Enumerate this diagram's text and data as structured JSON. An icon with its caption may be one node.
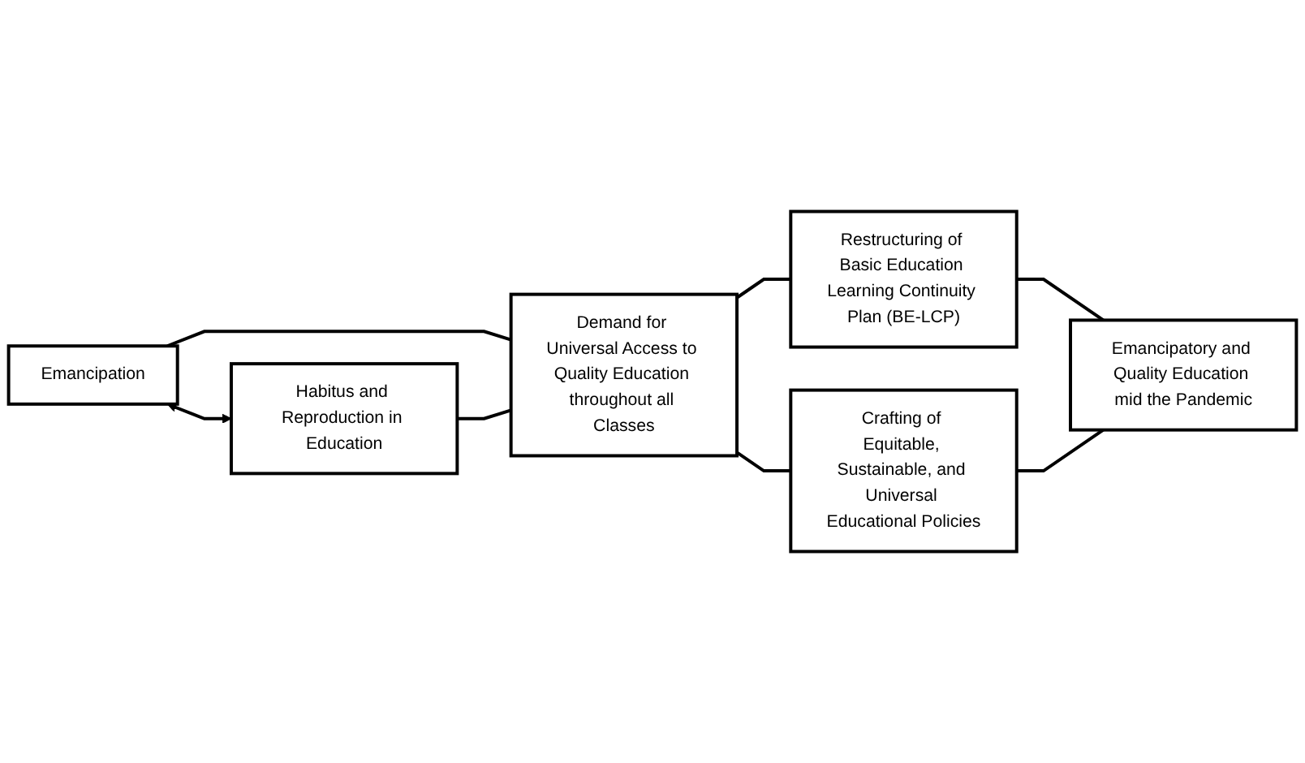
{
  "diagram": {
    "nodes": [
      {
        "text": [
          "Emancipation"
        ]
      },
      {
        "text": [
          "Habitus and Reproduction in Education"
        ]
      },
      {
        "text": [
          "Demand for Universal Access to Quality Education throughout all Classes"
        ]
      },
      {
        "text": [
          "Restructuring of Basic Education Learning Continuity Plan (BE-LCP)"
        ]
      },
      {
        "text": [
          "Crafting of Equitable, Sustainable, and Universal Educational Policies"
        ]
      },
      {
        "text": [
          "Emancipatory and Quality Education mid the Pandemic"
        ]
      }
    ],
    "edges": [
      {
        "from": 0,
        "to": 1,
        "arrow": "both"
      },
      {
        "from": 0,
        "to": 2,
        "arrow": "none"
      },
      {
        "from": 1,
        "to": 2,
        "arrow": "none"
      },
      {
        "from": 2,
        "to": 3,
        "arrow": "none"
      },
      {
        "from": 2,
        "to": 4,
        "arrow": "none"
      },
      {
        "from": 3,
        "to": 5,
        "arrow": "none"
      },
      {
        "from": 4,
        "to": 5,
        "arrow": "none"
      }
    ]
  }
}
